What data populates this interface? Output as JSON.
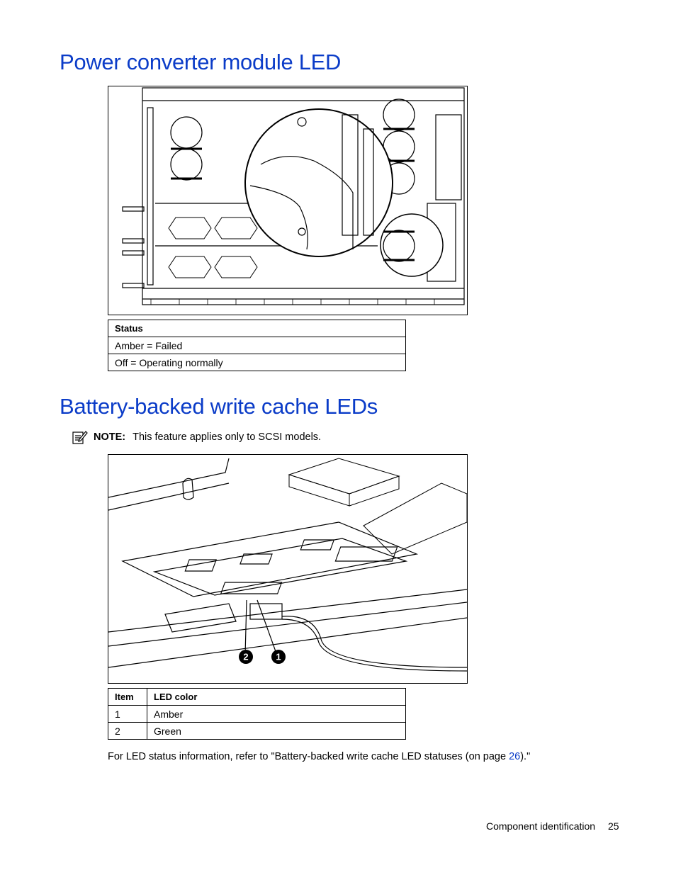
{
  "sections": [
    {
      "heading": "Power converter module LED",
      "table": {
        "headers": [
          "Status"
        ],
        "rows": [
          [
            "Amber = Failed"
          ],
          [
            "Off = Operating normally"
          ]
        ]
      }
    },
    {
      "heading": "Battery-backed write cache LEDs",
      "note": {
        "label": "NOTE:",
        "text": "This feature applies only to SCSI models."
      },
      "callouts": [
        "2",
        "1"
      ],
      "table": {
        "headers": [
          "Item",
          "LED color"
        ],
        "rows": [
          [
            "1",
            "Amber"
          ],
          [
            "2",
            "Green"
          ]
        ]
      },
      "paragraph": {
        "before": "For LED status information, refer to \"Battery-backed write cache LED statuses (on page ",
        "link": "26",
        "after": ").\""
      }
    }
  ],
  "footer": {
    "section": "Component identification",
    "page": "25"
  },
  "colors": {
    "heading": "#0b3cc8",
    "link": "#0b3cc8"
  }
}
